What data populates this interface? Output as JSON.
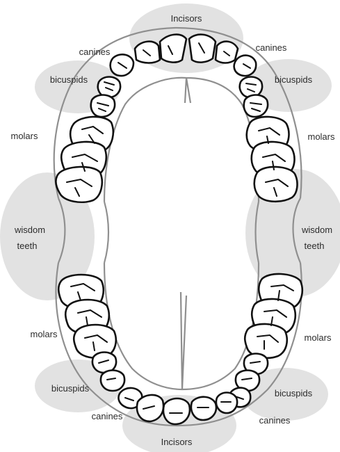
{
  "colors": {
    "region": "#e2e2e2",
    "outline": "#111111",
    "gum": "#8f8f8f",
    "text": "#2b2b2b"
  },
  "labels": {
    "incisors_top": "Incisors",
    "incisors_bottom": "Incisors",
    "canines_top_left": "canines",
    "canines_top_right": "canines",
    "canines_bottom_left": "canines",
    "canines_bottom_right": "canines",
    "bicuspids_top_left": "bicuspids",
    "bicuspids_top_right": "bicuspids",
    "bicuspids_bottom_left": "bicuspids",
    "bicuspids_bottom_right": "bicuspids",
    "molars_top_left": "molars",
    "molars_top_right": "molars",
    "molars_bottom_left": "molars",
    "molars_bottom_right": "molars",
    "wisdom_left_line1": "wisdom",
    "wisdom_left_line2": "teeth",
    "wisdom_right_line1": "wisdom",
    "wisdom_right_line2": "teeth"
  }
}
